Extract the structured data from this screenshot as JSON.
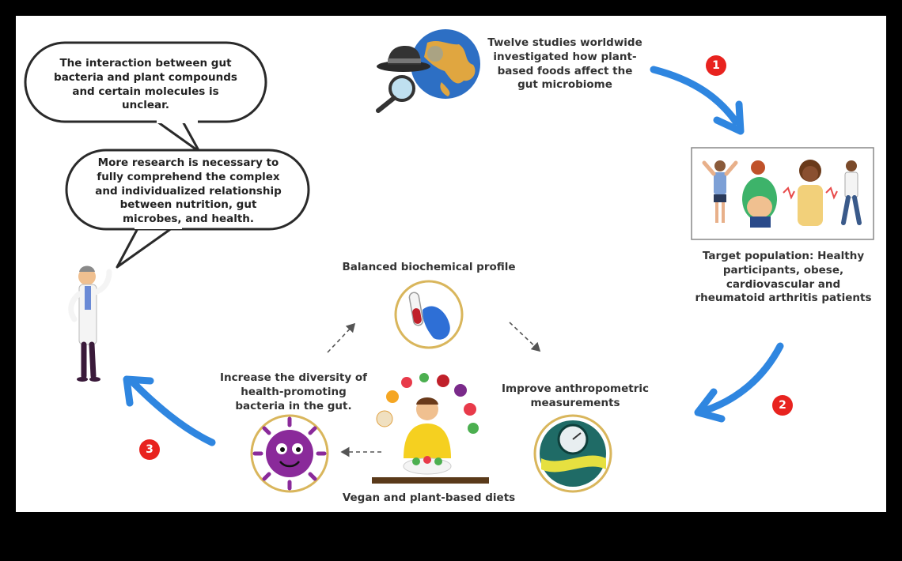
{
  "colors": {
    "arrow": "#2f86e0",
    "badge": "#e8231f",
    "ring": "#d9b65c",
    "text": "#333333"
  },
  "intro_text": "Twelve studies worldwide investigated how plant-based foods affect the gut microbiome",
  "target_population": "Target population: Healthy participants, obese, cardiovascular and rheumatoid arthritis patients",
  "center_top_label": "Balanced biochemical profile",
  "right_label": "Improve anthropometric measurements",
  "left_label": "Increase the diversity of health-promoting bacteria in the gut.",
  "bottom_label": "Vegan and plant-based diets",
  "bubble_top": "The interaction between gut bacteria and plant compounds and certain molecules is unclear.",
  "bubble_bottom": "More research is necessary to fully comprehend the complex and individualized relationship between nutrition, gut microbes, and health.",
  "step_badges": [
    "1",
    "2",
    "3"
  ],
  "icons": [
    "globe-icon",
    "detective-hat-icon",
    "magnifier-icon",
    "people-illustration",
    "blood-sample-icon",
    "scale-tape-icon",
    "bacteria-icon",
    "person-eating-salad",
    "scientist-figure"
  ]
}
